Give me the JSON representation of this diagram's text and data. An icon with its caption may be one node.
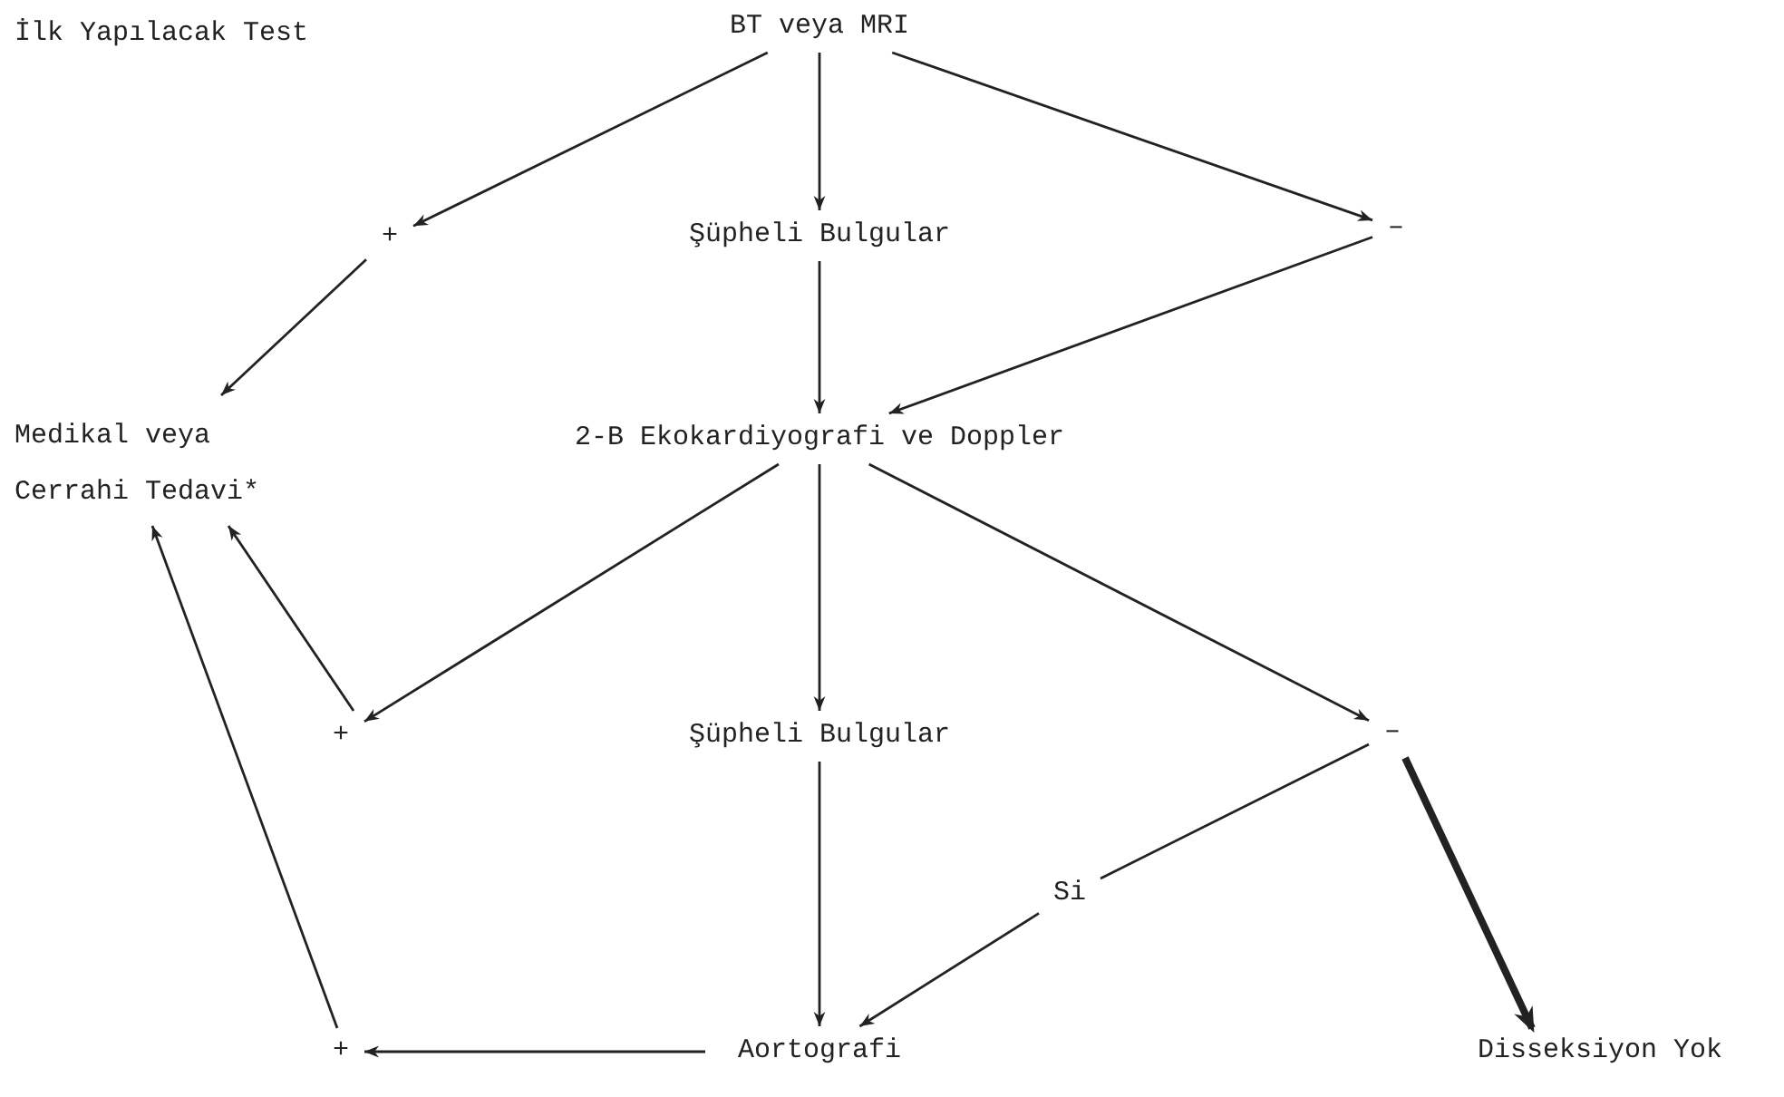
{
  "diagram": {
    "nodes": [
      {
        "text": [
          "BT veya MRI"
        ]
      },
      {
        "text": [
          "+"
        ]
      },
      {
        "text": [
          "Şüpheli Bulgular"
        ]
      },
      {
        "text": [
          "–"
        ]
      },
      {
        "text": [
          "Medikal veya Cerrahi Tedavi*"
        ]
      },
      {
        "text": [
          "2-B Ekokardiyografi ve Doppler"
        ]
      },
      {
        "text": [
          "+"
        ]
      },
      {
        "text": [
          "Şüpheli Bulgular"
        ]
      },
      {
        "text": [
          "–"
        ]
      },
      {
        "text": [
          "Si"
        ]
      },
      {
        "text": [
          "+"
        ]
      },
      {
        "text": [
          "Aortografi"
        ]
      },
      {
        "text": [
          "Disseksiyon Yok"
        ]
      }
    ],
    "edges": [
      {
        "from": 0,
        "to": 1,
        "arrow": "to"
      },
      {
        "from": 0,
        "to": 2,
        "arrow": "to"
      },
      {
        "from": 0,
        "to": 3,
        "arrow": "to"
      },
      {
        "from": 1,
        "to": 4,
        "arrow": "to"
      },
      {
        "from": 2,
        "to": 5,
        "arrow": "to"
      },
      {
        "from": 3,
        "to": 5,
        "arrow": "to"
      },
      {
        "from": 5,
        "to": 6,
        "arrow": "to"
      },
      {
        "from": 5,
        "to": 7,
        "arrow": "to"
      },
      {
        "from": 5,
        "to": 8,
        "arrow": "to"
      },
      {
        "from": 6,
        "to": 4,
        "arrow": "to"
      },
      {
        "from": 10,
        "to": 4,
        "arrow": "to"
      },
      {
        "from": 7,
        "to": 11,
        "arrow": "to"
      },
      {
        "from": 8,
        "to": 9,
        "arrow": "none"
      },
      {
        "from": 9,
        "to": 11,
        "arrow": "to"
      },
      {
        "from": 8,
        "to": 12,
        "arrow": "to",
        "style": "thick"
      },
      {
        "from": 11,
        "to": 10,
        "arrow": "to"
      }
    ],
    "labels": [
      "İlk Yapılacak Test"
    ]
  }
}
